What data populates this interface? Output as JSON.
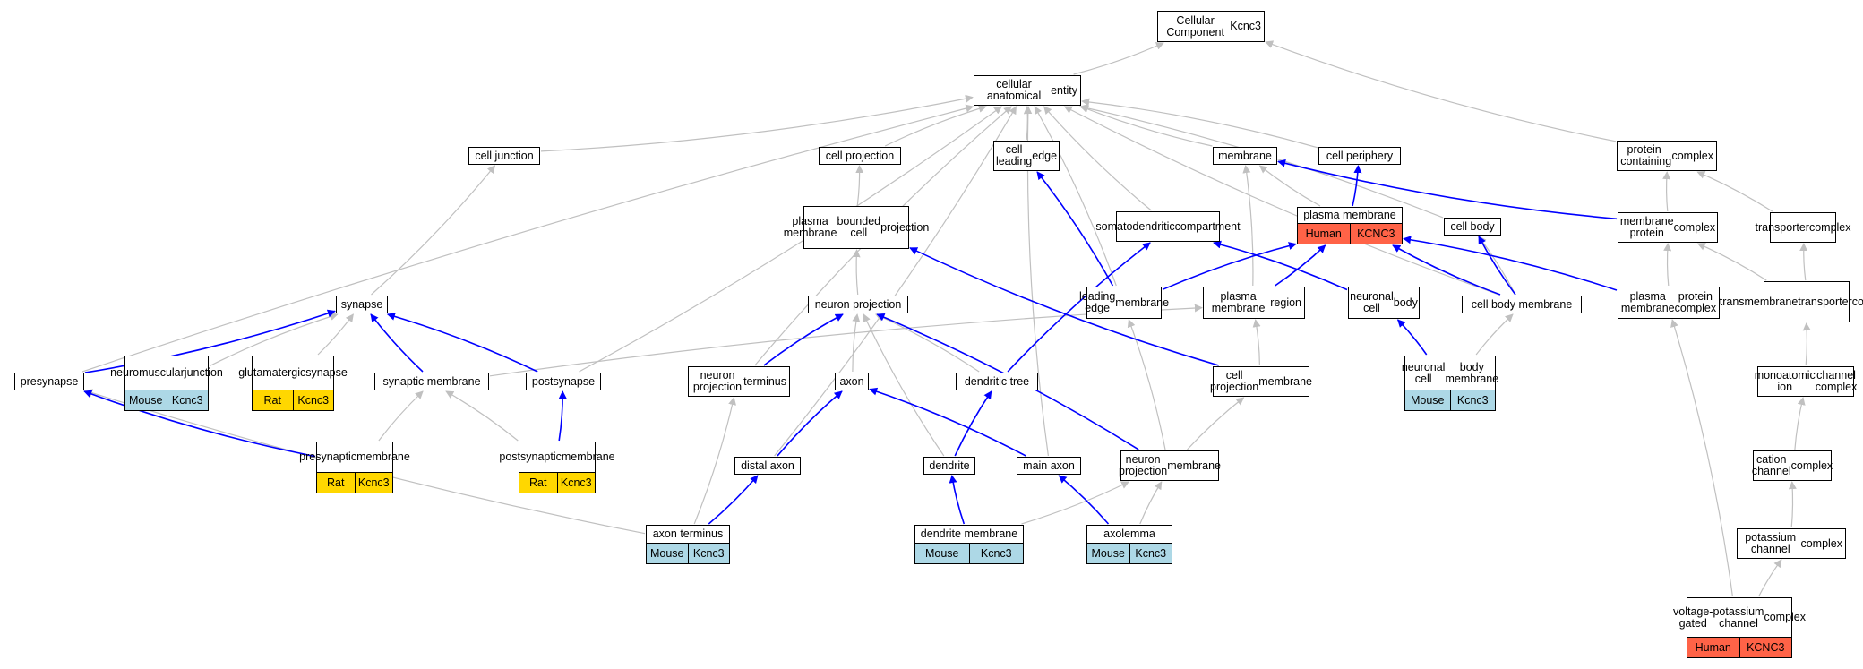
{
  "colors": {
    "is_a_edge": "#c0c0c0",
    "part_of_edge": "#0000ff",
    "mouse_tag": "#add8e6",
    "rat_tag": "#ffd700",
    "human_tag": "#ff6347",
    "node_border": "#000000"
  },
  "nodes": [
    {
      "id": "root",
      "lines": [
        "Cellular Component",
        "Kcnc3"
      ],
      "tags": []
    },
    {
      "id": "cae",
      "lines": [
        "cellular anatomical",
        "entity"
      ],
      "tags": []
    },
    {
      "id": "pcc",
      "lines": [
        "protein-containing",
        "complex"
      ],
      "tags": []
    },
    {
      "id": "cell_junction",
      "lines": [
        "cell junction"
      ],
      "tags": []
    },
    {
      "id": "cell_projection",
      "lines": [
        "cell projection"
      ],
      "tags": []
    },
    {
      "id": "cell_leading_edge",
      "lines": [
        "cell leading",
        "edge"
      ],
      "tags": []
    },
    {
      "id": "membrane",
      "lines": [
        "membrane"
      ],
      "tags": []
    },
    {
      "id": "cell_periphery",
      "lines": [
        "cell periphery"
      ],
      "tags": []
    },
    {
      "id": "pmbcp",
      "lines": [
        "plasma membrane",
        "bounded cell",
        "projection"
      ],
      "tags": []
    },
    {
      "id": "somatodendritic",
      "lines": [
        "somatodendritic",
        "compartment"
      ],
      "tags": []
    },
    {
      "id": "plasma_membrane",
      "lines": [
        "plasma membrane"
      ],
      "tags": [
        {
          "text": "Human",
          "kind": "human"
        },
        {
          "text": "KCNC3",
          "kind": "human"
        }
      ]
    },
    {
      "id": "cell_body",
      "lines": [
        "cell body"
      ],
      "tags": []
    },
    {
      "id": "mpc",
      "lines": [
        "membrane protein",
        "complex"
      ],
      "tags": []
    },
    {
      "id": "transporter_complex",
      "lines": [
        "transporter",
        "complex"
      ],
      "tags": []
    },
    {
      "id": "synapse",
      "lines": [
        "synapse"
      ],
      "tags": []
    },
    {
      "id": "neuron_projection",
      "lines": [
        "neuron projection"
      ],
      "tags": []
    },
    {
      "id": "leading_edge_membrane",
      "lines": [
        "leading edge",
        "membrane"
      ],
      "tags": []
    },
    {
      "id": "pm_region",
      "lines": [
        "plasma membrane",
        "region"
      ],
      "tags": []
    },
    {
      "id": "neuronal_cell_body",
      "lines": [
        "neuronal cell",
        "body"
      ],
      "tags": []
    },
    {
      "id": "cell_body_membrane",
      "lines": [
        "cell body membrane"
      ],
      "tags": []
    },
    {
      "id": "pmpc",
      "lines": [
        "plasma membrane",
        "protein complex"
      ],
      "tags": []
    },
    {
      "id": "tmtc",
      "lines": [
        "transmembrane",
        "transporter",
        "complex"
      ],
      "tags": []
    },
    {
      "id": "presynapse",
      "lines": [
        "presynapse"
      ],
      "tags": []
    },
    {
      "id": "nmj",
      "lines": [
        "neuromuscular",
        "junction"
      ],
      "tags": [
        {
          "text": "Mouse",
          "kind": "mouse"
        },
        {
          "text": "Kcnc3",
          "kind": "mouse"
        }
      ]
    },
    {
      "id": "glut_synapse",
      "lines": [
        "glutamatergic",
        "synapse"
      ],
      "tags": [
        {
          "text": "Rat",
          "kind": "rat"
        },
        {
          "text": "Kcnc3",
          "kind": "rat"
        }
      ]
    },
    {
      "id": "synaptic_membrane",
      "lines": [
        "synaptic membrane"
      ],
      "tags": []
    },
    {
      "id": "postsynapse",
      "lines": [
        "postsynapse"
      ],
      "tags": []
    },
    {
      "id": "npt",
      "lines": [
        "neuron projection",
        "terminus"
      ],
      "tags": []
    },
    {
      "id": "axon",
      "lines": [
        "axon"
      ],
      "tags": []
    },
    {
      "id": "dendritic_tree",
      "lines": [
        "dendritic tree"
      ],
      "tags": []
    },
    {
      "id": "cpm",
      "lines": [
        "cell projection",
        "membrane"
      ],
      "tags": []
    },
    {
      "id": "ncbm",
      "lines": [
        "neuronal cell",
        "body membrane"
      ],
      "tags": [
        {
          "text": "Mouse",
          "kind": "mouse"
        },
        {
          "text": "Kcnc3",
          "kind": "mouse"
        }
      ]
    },
    {
      "id": "mic",
      "lines": [
        "monoatomic ion",
        "channel complex"
      ],
      "tags": []
    },
    {
      "id": "presyn_membrane",
      "lines": [
        "presynaptic",
        "membrane"
      ],
      "tags": [
        {
          "text": "Rat",
          "kind": "rat"
        },
        {
          "text": "Kcnc3",
          "kind": "rat"
        }
      ]
    },
    {
      "id": "postsyn_membrane",
      "lines": [
        "postsynaptic",
        "membrane"
      ],
      "tags": [
        {
          "text": "Rat",
          "kind": "rat"
        },
        {
          "text": "Kcnc3",
          "kind": "rat"
        }
      ]
    },
    {
      "id": "distal_axon",
      "lines": [
        "distal axon"
      ],
      "tags": []
    },
    {
      "id": "dendrite",
      "lines": [
        "dendrite"
      ],
      "tags": []
    },
    {
      "id": "main_axon",
      "lines": [
        "main axon"
      ],
      "tags": []
    },
    {
      "id": "npm",
      "lines": [
        "neuron projection",
        "membrane"
      ],
      "tags": []
    },
    {
      "id": "cation_channel",
      "lines": [
        "cation channel",
        "complex"
      ],
      "tags": []
    },
    {
      "id": "axon_terminus",
      "lines": [
        "axon terminus"
      ],
      "tags": [
        {
          "text": "Mouse",
          "kind": "mouse"
        },
        {
          "text": "Kcnc3",
          "kind": "mouse"
        }
      ]
    },
    {
      "id": "dendrite_membrane",
      "lines": [
        "dendrite membrane"
      ],
      "tags": [
        {
          "text": "Mouse",
          "kind": "mouse"
        },
        {
          "text": "Kcnc3",
          "kind": "mouse"
        }
      ]
    },
    {
      "id": "axolemma",
      "lines": [
        "axolemma"
      ],
      "tags": [
        {
          "text": "Mouse",
          "kind": "mouse"
        },
        {
          "text": "Kcnc3",
          "kind": "mouse"
        }
      ]
    },
    {
      "id": "potassium_channel",
      "lines": [
        "potassium channel",
        "complex"
      ],
      "tags": []
    },
    {
      "id": "vgkcc",
      "lines": [
        "voltage-gated",
        "potassium channel",
        "complex"
      ],
      "tags": [
        {
          "text": "Human",
          "kind": "human"
        },
        {
          "text": "KCNC3",
          "kind": "human"
        }
      ]
    }
  ],
  "edges": [
    {
      "from": "cae",
      "to": "root",
      "kind": "is_a"
    },
    {
      "from": "pcc",
      "to": "root",
      "kind": "is_a"
    },
    {
      "from": "cell_junction",
      "to": "cae",
      "kind": "is_a"
    },
    {
      "from": "cell_projection",
      "to": "cae",
      "kind": "is_a"
    },
    {
      "from": "cell_leading_edge",
      "to": "cae",
      "kind": "is_a"
    },
    {
      "from": "membrane",
      "to": "cae",
      "kind": "is_a"
    },
    {
      "from": "cell_periphery",
      "to": "cae",
      "kind": "is_a"
    },
    {
      "from": "somatodendritic",
      "to": "cae",
      "kind": "is_a"
    },
    {
      "from": "cell_body",
      "to": "cae",
      "kind": "is_a"
    },
    {
      "from": "presynapse",
      "to": "cae",
      "kind": "is_a"
    },
    {
      "from": "postsynapse",
      "to": "cae",
      "kind": "is_a"
    },
    {
      "from": "npt",
      "to": "cae",
      "kind": "is_a"
    },
    {
      "from": "distal_axon",
      "to": "cae",
      "kind": "is_a"
    },
    {
      "from": "main_axon",
      "to": "cae",
      "kind": "is_a"
    },
    {
      "from": "leading_edge_membrane",
      "to": "cae",
      "kind": "is_a"
    },
    {
      "from": "cell_body_membrane",
      "to": "cae",
      "kind": "is_a"
    },
    {
      "from": "pmbcp",
      "to": "cell_projection",
      "kind": "is_a"
    },
    {
      "from": "neuron_projection",
      "to": "pmbcp",
      "kind": "is_a"
    },
    {
      "from": "synapse",
      "to": "cell_junction",
      "kind": "is_a"
    },
    {
      "from": "plasma_membrane",
      "to": "membrane",
      "kind": "is_a"
    },
    {
      "from": "pm_region",
      "to": "membrane",
      "kind": "is_a"
    },
    {
      "from": "mpc",
      "to": "pcc",
      "kind": "is_a"
    },
    {
      "from": "transporter_complex",
      "to": "pcc",
      "kind": "is_a"
    },
    {
      "from": "pmpc",
      "to": "mpc",
      "kind": "is_a"
    },
    {
      "from": "tmtc",
      "to": "mpc",
      "kind": "is_a"
    },
    {
      "from": "tmtc",
      "to": "transporter_complex",
      "kind": "is_a"
    },
    {
      "from": "mic",
      "to": "tmtc",
      "kind": "is_a"
    },
    {
      "from": "cation_channel",
      "to": "mic",
      "kind": "is_a"
    },
    {
      "from": "potassium_channel",
      "to": "cation_channel",
      "kind": "is_a"
    },
    {
      "from": "vgkcc",
      "to": "potassium_channel",
      "kind": "is_a"
    },
    {
      "from": "vgkcc",
      "to": "pmpc",
      "kind": "is_a"
    },
    {
      "from": "nmj",
      "to": "synapse",
      "kind": "is_a"
    },
    {
      "from": "glut_synapse",
      "to": "synapse",
      "kind": "is_a"
    },
    {
      "from": "presyn_membrane",
      "to": "synaptic_membrane",
      "kind": "is_a"
    },
    {
      "from": "postsyn_membrane",
      "to": "synaptic_membrane",
      "kind": "is_a"
    },
    {
      "from": "synaptic_membrane",
      "to": "pm_region",
      "kind": "is_a"
    },
    {
      "from": "cpm",
      "to": "pm_region",
      "kind": "is_a"
    },
    {
      "from": "ncbm",
      "to": "cell_body_membrane",
      "kind": "is_a"
    },
    {
      "from": "cell_body_membrane",
      "to": "cell_body",
      "kind": "is_a"
    },
    {
      "from": "axon",
      "to": "neuron_projection",
      "kind": "is_a"
    },
    {
      "from": "dendritic_tree",
      "to": "neuron_projection",
      "kind": "is_a"
    },
    {
      "from": "dendrite",
      "to": "neuron_projection",
      "kind": "is_a"
    },
    {
      "from": "axon_terminus",
      "to": "npt",
      "kind": "is_a"
    },
    {
      "from": "axon_terminus",
      "to": "presynapse",
      "kind": "is_a"
    },
    {
      "from": "npm",
      "to": "leading_edge_membrane",
      "kind": "is_a"
    },
    {
      "from": "npm",
      "to": "cpm",
      "kind": "is_a"
    },
    {
      "from": "dendrite_membrane",
      "to": "npm",
      "kind": "is_a"
    },
    {
      "from": "axolemma",
      "to": "npm",
      "kind": "is_a"
    },
    {
      "from": "plasma_membrane",
      "to": "cell_periphery",
      "kind": "part_of"
    },
    {
      "from": "mpc",
      "to": "membrane",
      "kind": "part_of"
    },
    {
      "from": "leading_edge_membrane",
      "to": "cell_leading_edge",
      "kind": "part_of"
    },
    {
      "from": "leading_edge_membrane",
      "to": "plasma_membrane",
      "kind": "part_of"
    },
    {
      "from": "pm_region",
      "to": "plasma_membrane",
      "kind": "part_of"
    },
    {
      "from": "cell_body_membrane",
      "to": "plasma_membrane",
      "kind": "part_of"
    },
    {
      "from": "pmpc",
      "to": "plasma_membrane",
      "kind": "part_of"
    },
    {
      "from": "cell_body_membrane",
      "to": "cell_body",
      "kind": "part_of"
    },
    {
      "from": "neuronal_cell_body",
      "to": "somatodendritic",
      "kind": "part_of"
    },
    {
      "from": "dendritic_tree",
      "to": "somatodendritic",
      "kind": "part_of"
    },
    {
      "from": "ncbm",
      "to": "neuronal_cell_body",
      "kind": "part_of"
    },
    {
      "from": "cpm",
      "to": "pmbcp",
      "kind": "part_of"
    },
    {
      "from": "npm",
      "to": "neuron_projection",
      "kind": "part_of"
    },
    {
      "from": "npt",
      "to": "neuron_projection",
      "kind": "part_of"
    },
    {
      "from": "presynapse",
      "to": "synapse",
      "kind": "part_of"
    },
    {
      "from": "synaptic_membrane",
      "to": "synapse",
      "kind": "part_of"
    },
    {
      "from": "postsynapse",
      "to": "synapse",
      "kind": "part_of"
    },
    {
      "from": "presyn_membrane",
      "to": "presynapse",
      "kind": "part_of"
    },
    {
      "from": "postsyn_membrane",
      "to": "postsynapse",
      "kind": "part_of"
    },
    {
      "from": "distal_axon",
      "to": "axon",
      "kind": "part_of"
    },
    {
      "from": "main_axon",
      "to": "axon",
      "kind": "part_of"
    },
    {
      "from": "dendrite",
      "to": "dendritic_tree",
      "kind": "part_of"
    },
    {
      "from": "axon_terminus",
      "to": "distal_axon",
      "kind": "part_of"
    },
    {
      "from": "dendrite_membrane",
      "to": "dendrite",
      "kind": "part_of"
    },
    {
      "from": "axolemma",
      "to": "main_axon",
      "kind": "part_of"
    }
  ]
}
